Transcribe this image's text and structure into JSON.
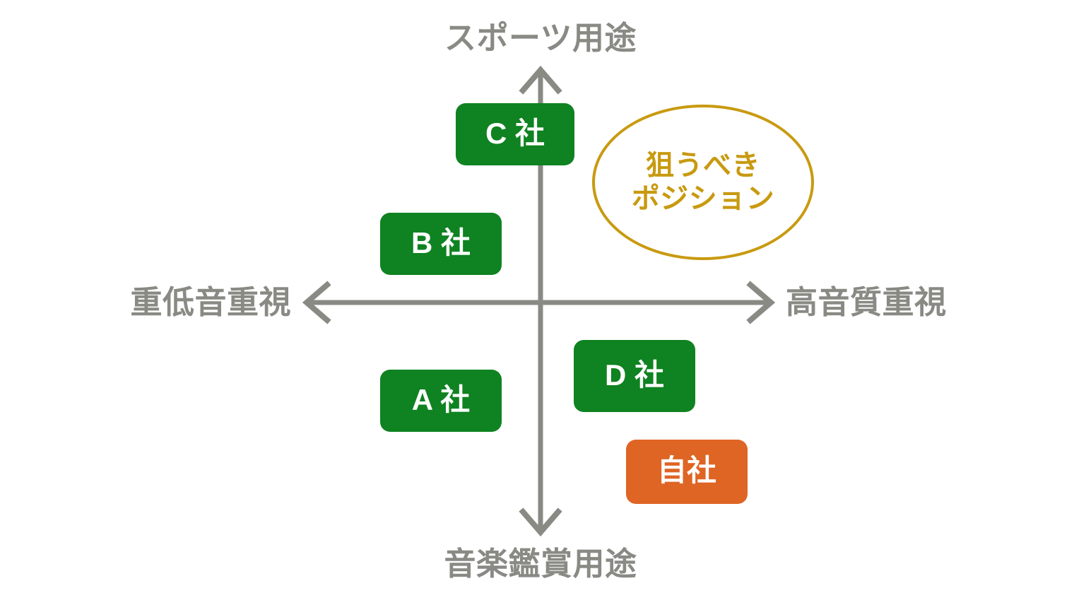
{
  "diagram": {
    "type": "positioning-map",
    "background_color": "#ffffff",
    "axis_color": "#8a8a85",
    "brand_green": "#0f8221",
    "brand_orange": "#df6524",
    "accent_gold": "#c89a10"
  },
  "axes": {
    "vertical": {
      "top_label": "スポーツ用途",
      "bottom_label": "音楽鑑賞用途"
    },
    "horizontal": {
      "left_label": "重低音重視",
      "right_label": "高音質重視"
    }
  },
  "nodes": [
    {
      "id": "c",
      "label": "C 社",
      "color": "#0f8221",
      "quadrant": "upper-left"
    },
    {
      "id": "b",
      "label": "B 社",
      "color": "#0f8221",
      "quadrant": "upper-left"
    },
    {
      "id": "a",
      "label": "A 社",
      "color": "#0f8221",
      "quadrant": "lower-left"
    },
    {
      "id": "d",
      "label": "D 社",
      "color": "#0f8221",
      "quadrant": "lower-right"
    },
    {
      "id": "self",
      "label": "自社",
      "color": "#df6524",
      "quadrant": "lower-right"
    }
  ],
  "annotation": {
    "text": "狙うべき\nポジション",
    "line1": "狙うべき",
    "line2": "ポジション",
    "color": "#c89a10",
    "shape": "ellipse",
    "quadrant": "upper-right"
  }
}
